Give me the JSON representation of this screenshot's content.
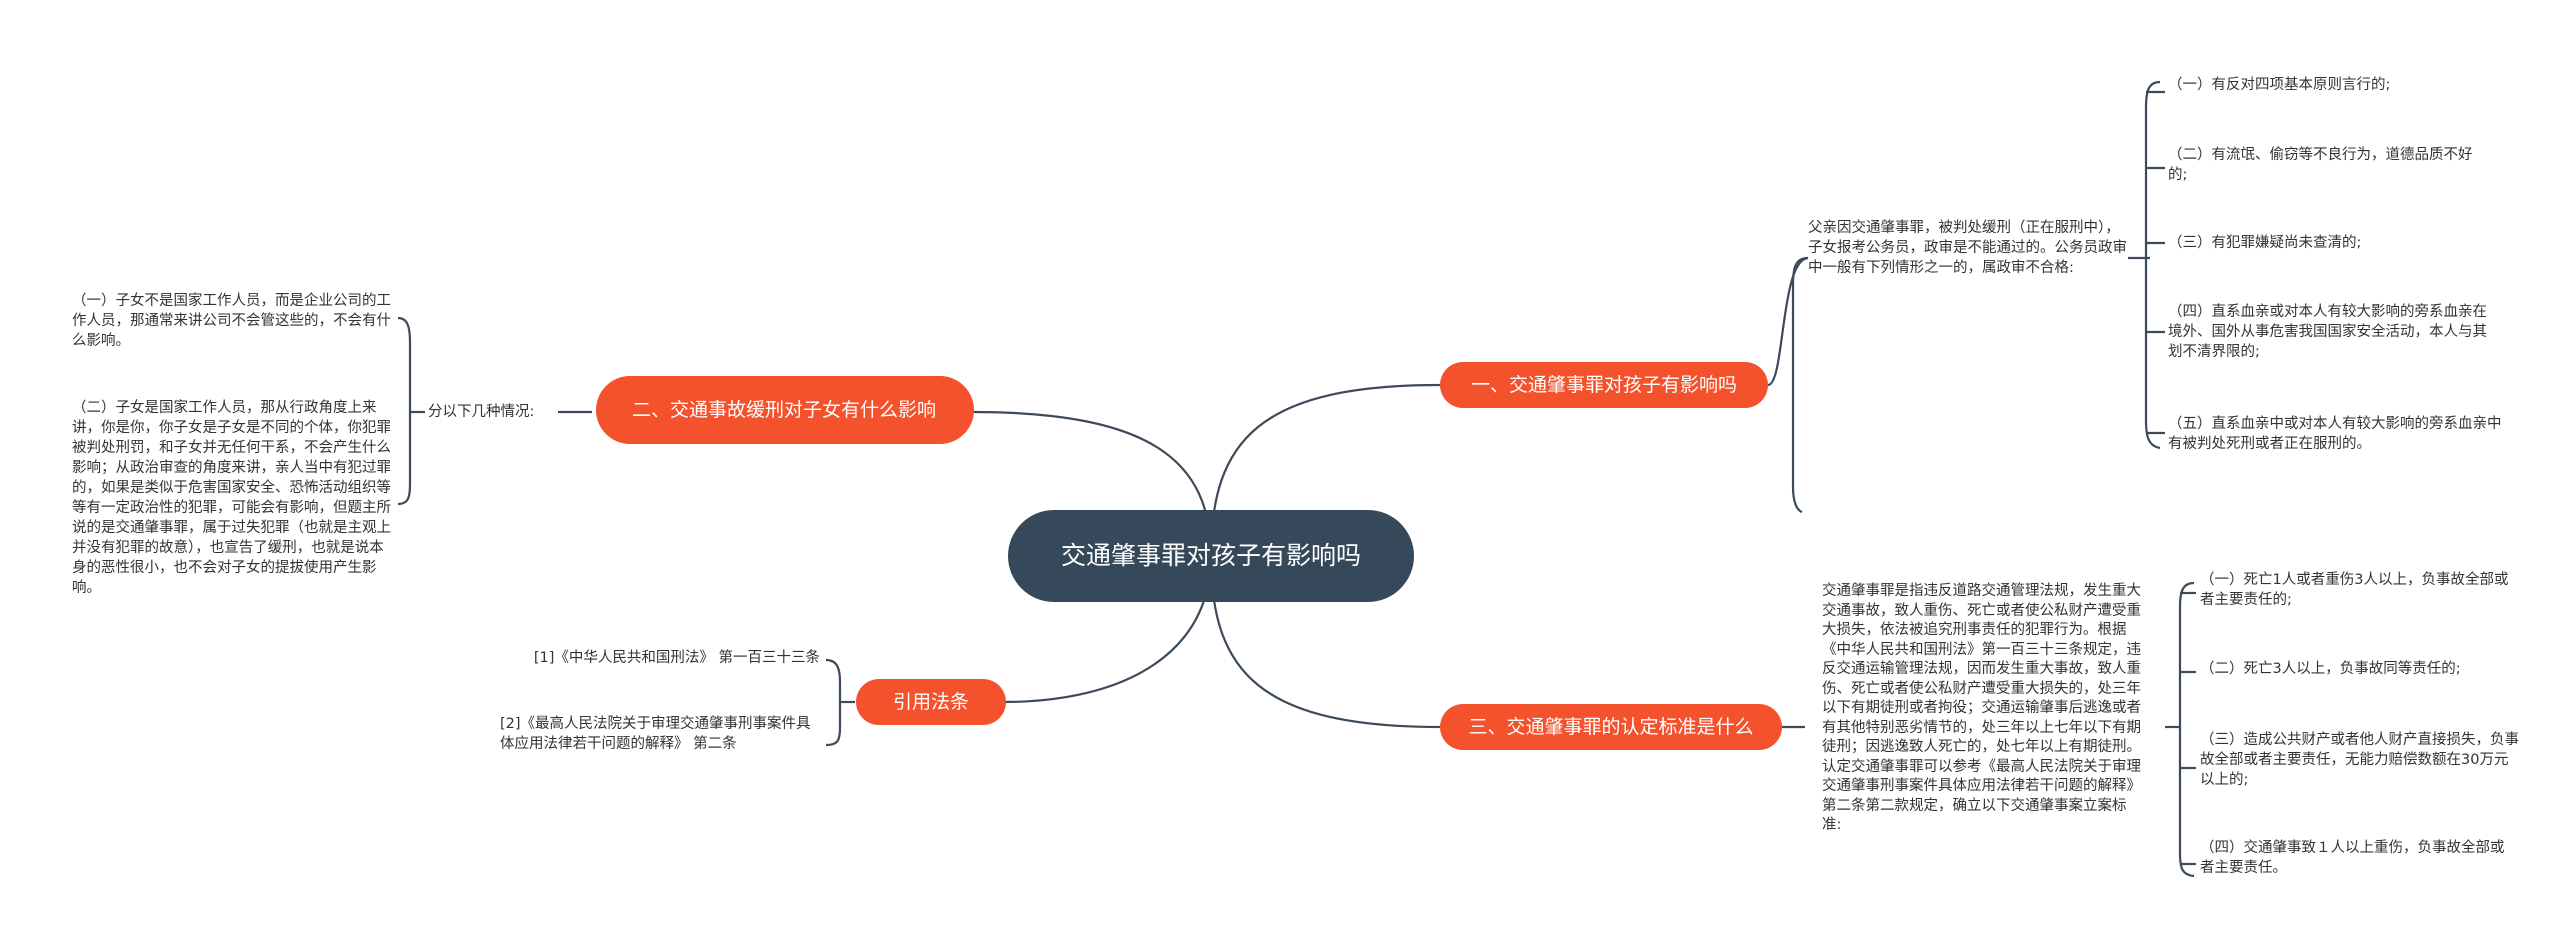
{
  "central": "交通肇事罪对孩子有影响吗",
  "branches": {
    "b1": {
      "title": "一、交通肇事罪对孩子有影响吗",
      "intro": "父亲因交通肇事罪，被判处缓刑（正在服刑中），子女报考公务员，政审是不能通过的。公务员政审中一般有下列情形之一的，属政审不合格:",
      "items": [
        "（一）有反对四项基本原则言行的;",
        "（二）有流氓、偷窃等不良行为，道德品质不好的;",
        "（三）有犯罪嫌疑尚未查清的;",
        "（四）直系血亲或对本人有较大影响的旁系血亲在境外、国外从事危害我国国家安全活动，本人与其划不清界限的;",
        "（五）直系血亲中或对本人有较大影响的旁系血亲中有被判处死刑或者正在服刑的。"
      ]
    },
    "b2": {
      "title": "二、交通事故缓刑对子女有什么影响",
      "intro": "分以下几种情况:",
      "items": [
        "（一）子女不是国家工作人员，而是企业公司的工作人员，那通常来讲公司不会管这些的，不会有什么影响。",
        "（二）子女是国家工作人员，那从行政角度上来讲，你是你，你子女是子女是不同的个体，你犯罪被判处刑罚，和子女并无任何干系，不会产生什么影响；从政治审查的角度来讲，亲人当中有犯过罪的，如果是类似于危害国家安全、恐怖活动组织等等有一定政治性的犯罪，可能会有影响，但题主所说的是交通肇事罪，属于过失犯罪（也就是主观上并没有犯罪的故意），也宣告了缓刑，也就是说本身的恶性很小，也不会对子女的提拔使用产生影响。"
      ]
    },
    "b3": {
      "title": "三、交通肇事罪的认定标准是什么",
      "intro": "交通肇事罪是指违反道路交通管理法规，发生重大交通事故，致人重伤、死亡或者使公私财产遭受重大损失，依法被追究刑事责任的犯罪行为。根据《中华人民共和国刑法》第一百三十三条规定，违反交通运输管理法规，因而发生重大事故，致人重伤、死亡或者使公私财产遭受重大损失的，处三年以下有期徒刑或者拘役；交通运输肇事后逃逸或者有其他特别恶劣情节的，处三年以上七年以下有期徒刑；因逃逸致人死亡的，处七年以上有期徒刑。认定交通肇事罪可以参考《最高人民法院关于审理交通肇事刑事案件具体应用法律若干问题的解释》第二条第二款规定，确立以下交通肇事案立案标准:",
      "items": [
        "（一）死亡1人或者重伤3人以上，负事故全部或者主要责任的;",
        "（二）死亡3人以上，负事故同等责任的;",
        "（三）造成公共财产或者他人财产直接损失，负事故全部或者主要责任，无能力赔偿数额在30万元以上的;",
        "（四）交通肇事致１人以上重伤，负事故全部或者主要责任。"
      ]
    },
    "b4": {
      "title": "引用法条",
      "items": [
        "[1]《中华人民共和国刑法》 第一百三十三条",
        "[2]《最高人民法院关于审理交通肇事刑事案件具体应用法律若干问题的解释》 第二条"
      ]
    }
  },
  "colors": {
    "central_fill": "#36495a",
    "branch_fill": "#f4522d",
    "line": "#3c4a59",
    "text": "#333333"
  }
}
